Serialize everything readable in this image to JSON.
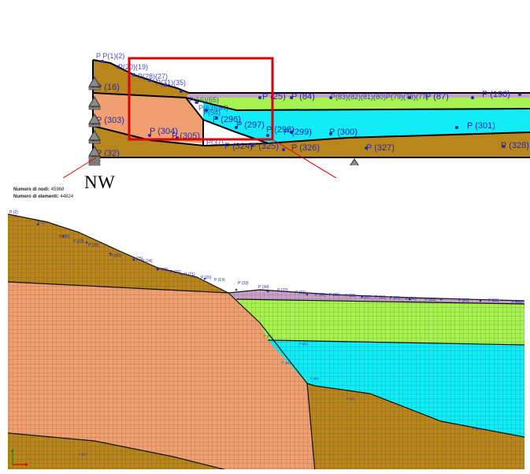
{
  "colors": {
    "brown_soil": "#b8861d",
    "orange_soil": "#f0a070",
    "green_soil": "#a6f250",
    "cyan_soil": "#12ecf6",
    "lavender_strip": "#c8a0c8",
    "label_blue": "#2a2ab0",
    "highlight_red": "#e00000",
    "support_gray": "#8a8a8a"
  },
  "icons": {
    "support": "triangle-roller-support-icon",
    "axis": "xy-axis-icon"
  },
  "overview": {
    "direction_label": "NW",
    "point_labels": [
      "P (16)",
      "P (303)",
      "P (32)",
      "P (304)",
      "P (305)",
      "P (296)",
      "P (297)",
      "P (298)",
      "P (299)",
      "P (300)",
      "P (301)",
      "P (324)",
      "P (325)",
      "P (326)",
      "P (327)",
      "P (328)",
      "P (84)",
      "P (25)",
      "P (87)",
      "P (190)"
    ]
  },
  "detail": {
    "info": {
      "nodes_label": "Numero di nodi:",
      "nodes_value": "45968",
      "elements_label": "Numero di elementi:",
      "elements_value": "44824"
    },
    "point_labels": [
      "P (2)",
      "P (1)",
      "P (30)",
      "P (29)",
      "P (28)",
      "P (26)",
      "P (25)",
      "P (24)",
      "P (23)",
      "P (22)",
      "P (21)",
      "P (20)",
      "P (19)",
      "P (33)",
      "P (34)",
      "P (32)",
      "P (31)",
      "P (90)",
      "P (89)",
      "P (88)",
      "P (87)",
      "P (86)",
      "P (85)",
      "P (84)",
      "P (83)",
      "P (82)",
      "P (81)",
      "P (80)"
    ]
  }
}
